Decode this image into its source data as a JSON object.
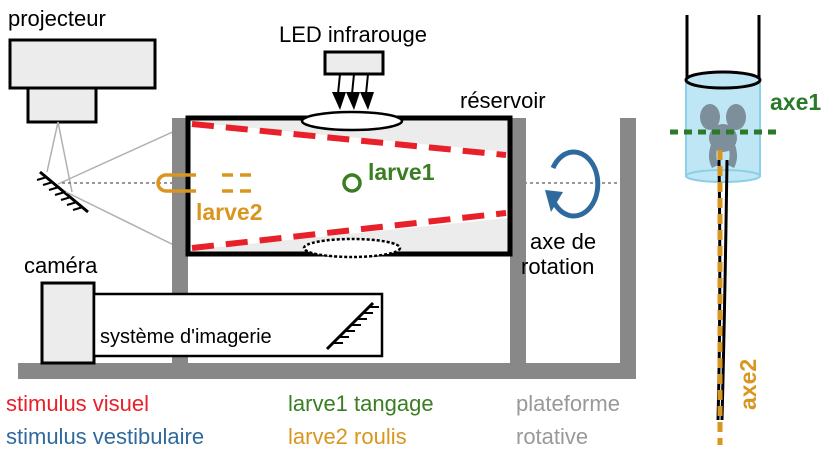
{
  "labels": {
    "projector": "projecteur",
    "led": "LED infrarouge",
    "tank": "réservoir",
    "larva1": "larve1",
    "larva2": "larve2",
    "rotation_axis_line1": "axe de",
    "rotation_axis_line2": "rotation",
    "camera": "caméra",
    "imaging_system": "système d'imagerie",
    "axis1": "axe1",
    "axis2": "axe2"
  },
  "legend": {
    "visual_stimulus": "stimulus visuel",
    "vestibular_stimulus": "stimulus vestibulaire",
    "larva1_pitch": "larve1 tangage",
    "larva2_roll": "larve2 roulis",
    "platform_line1": "plateforme",
    "platform_line2": "rotative"
  },
  "colors": {
    "visual_red": "#e8202a",
    "vestibular_blue": "#2f6a9e",
    "larva1_green": "#3a7d22",
    "larva2_orange": "#d9961f",
    "axis1_green": "#2a7a2a",
    "platform_gray": "#888888",
    "box_fill": "#ececec",
    "tank_fill": "#c8c8c8",
    "water_blue": "#bfe6f5",
    "fish_gray": "#7d8f9a"
  },
  "icons": {
    "rotation_arrow": "circular-arrow-icon",
    "led_rays": "infrared-rays-icon",
    "mirror": "hatched-mirror-icon"
  }
}
